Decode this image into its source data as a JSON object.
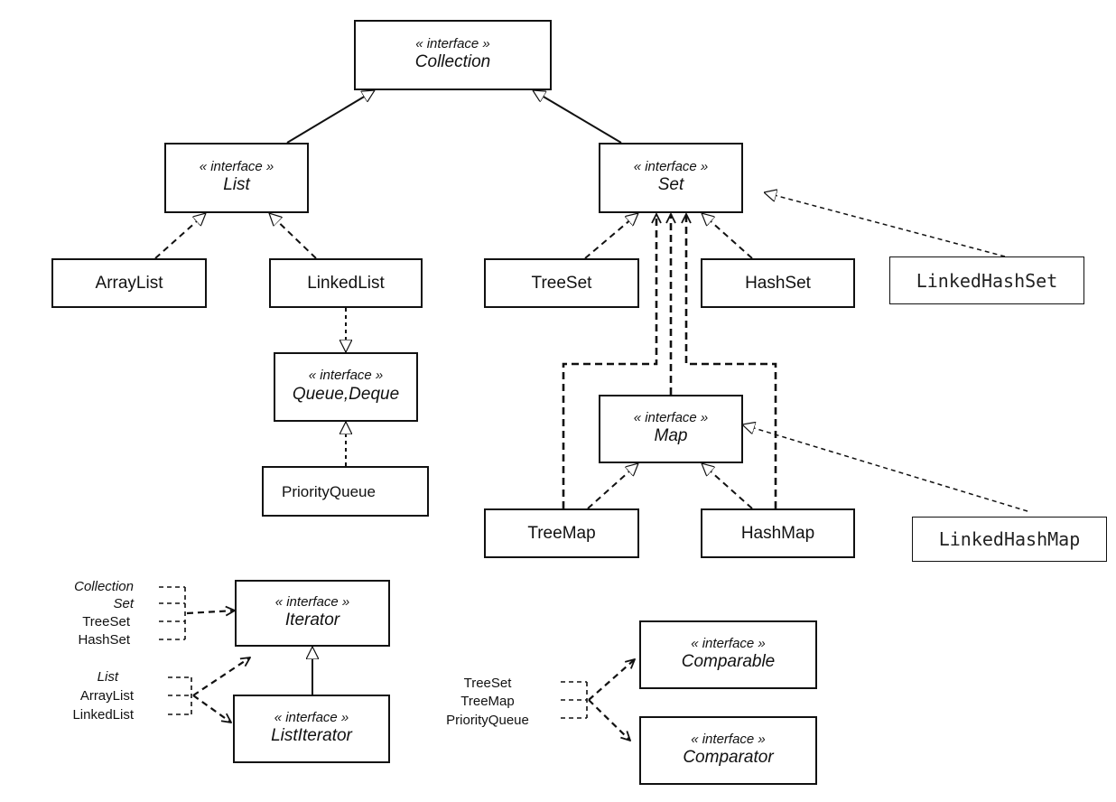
{
  "stereotype": "« interface »",
  "interfaces": {
    "collection": "Collection",
    "list": "List",
    "set": "Set",
    "queue": "Queue,Deque",
    "map": "Map",
    "iterator": "Iterator",
    "list_iterator": "ListIterator",
    "comparable": "Comparable",
    "comparator": "Comparator"
  },
  "classes": {
    "array_list": "ArrayList",
    "linked_list": "LinkedList",
    "tree_set": "TreeSet",
    "hash_set": "HashSet",
    "linked_hash_set": "LinkedHashSet",
    "priority_queue": "PriorityQueue",
    "tree_map": "TreeMap",
    "hash_map": "HashMap",
    "linked_hash_map": "LinkedHashMap"
  },
  "iterator_sources": [
    "Collection",
    "Set",
    "TreeSet",
    "HashSet"
  ],
  "list_iterator_sources": [
    "List",
    "ArrayList",
    "LinkedList"
  ],
  "comparison_sources": [
    "TreeSet",
    "TreeMap",
    "PriorityQueue"
  ]
}
